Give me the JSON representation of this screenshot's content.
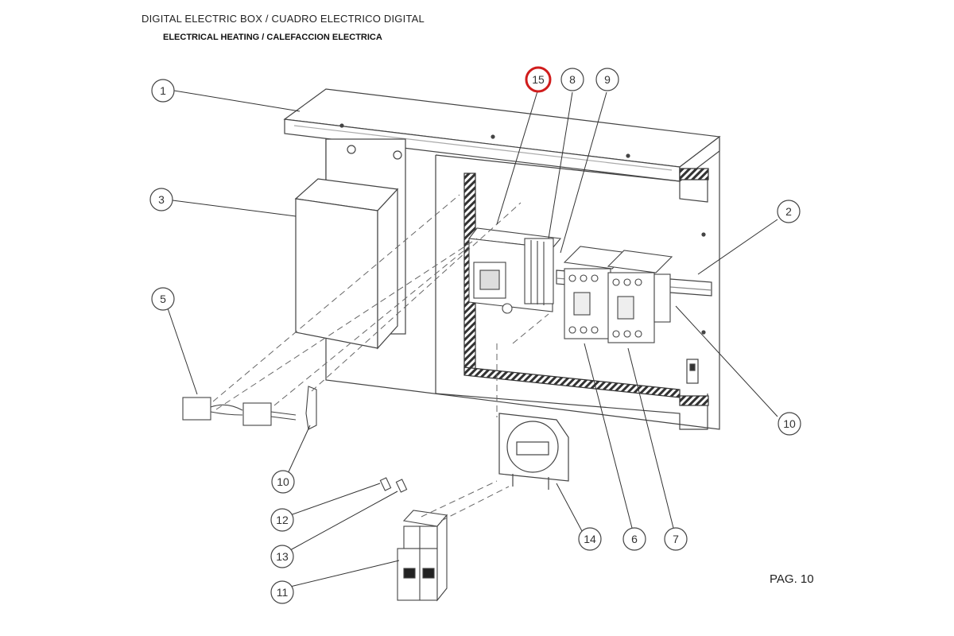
{
  "header": {
    "title": "DIGITAL ELECTRIC BOX / CUADRO ELECTRICO DIGITAL",
    "subtitle": "ELECTRICAL HEATING / CALEFACCION ELECTRICA"
  },
  "footer": {
    "page": "PAG. 10"
  },
  "callouts": [
    {
      "id": "c1",
      "label": "1"
    },
    {
      "id": "c2",
      "label": "2"
    },
    {
      "id": "c3",
      "label": "3"
    },
    {
      "id": "c5",
      "label": "5"
    },
    {
      "id": "c6",
      "label": "6"
    },
    {
      "id": "c7",
      "label": "7"
    },
    {
      "id": "c8",
      "label": "8"
    },
    {
      "id": "c9",
      "label": "9"
    },
    {
      "id": "c10a",
      "label": "10"
    },
    {
      "id": "c10b",
      "label": "10"
    },
    {
      "id": "c11",
      "label": "11"
    },
    {
      "id": "c12",
      "label": "12"
    },
    {
      "id": "c13",
      "label": "13"
    },
    {
      "id": "c14",
      "label": "14"
    },
    {
      "id": "c15",
      "label": "15",
      "highlighted": true
    }
  ],
  "colors": {
    "highlight": "#d01c1c",
    "line": "#444444"
  }
}
